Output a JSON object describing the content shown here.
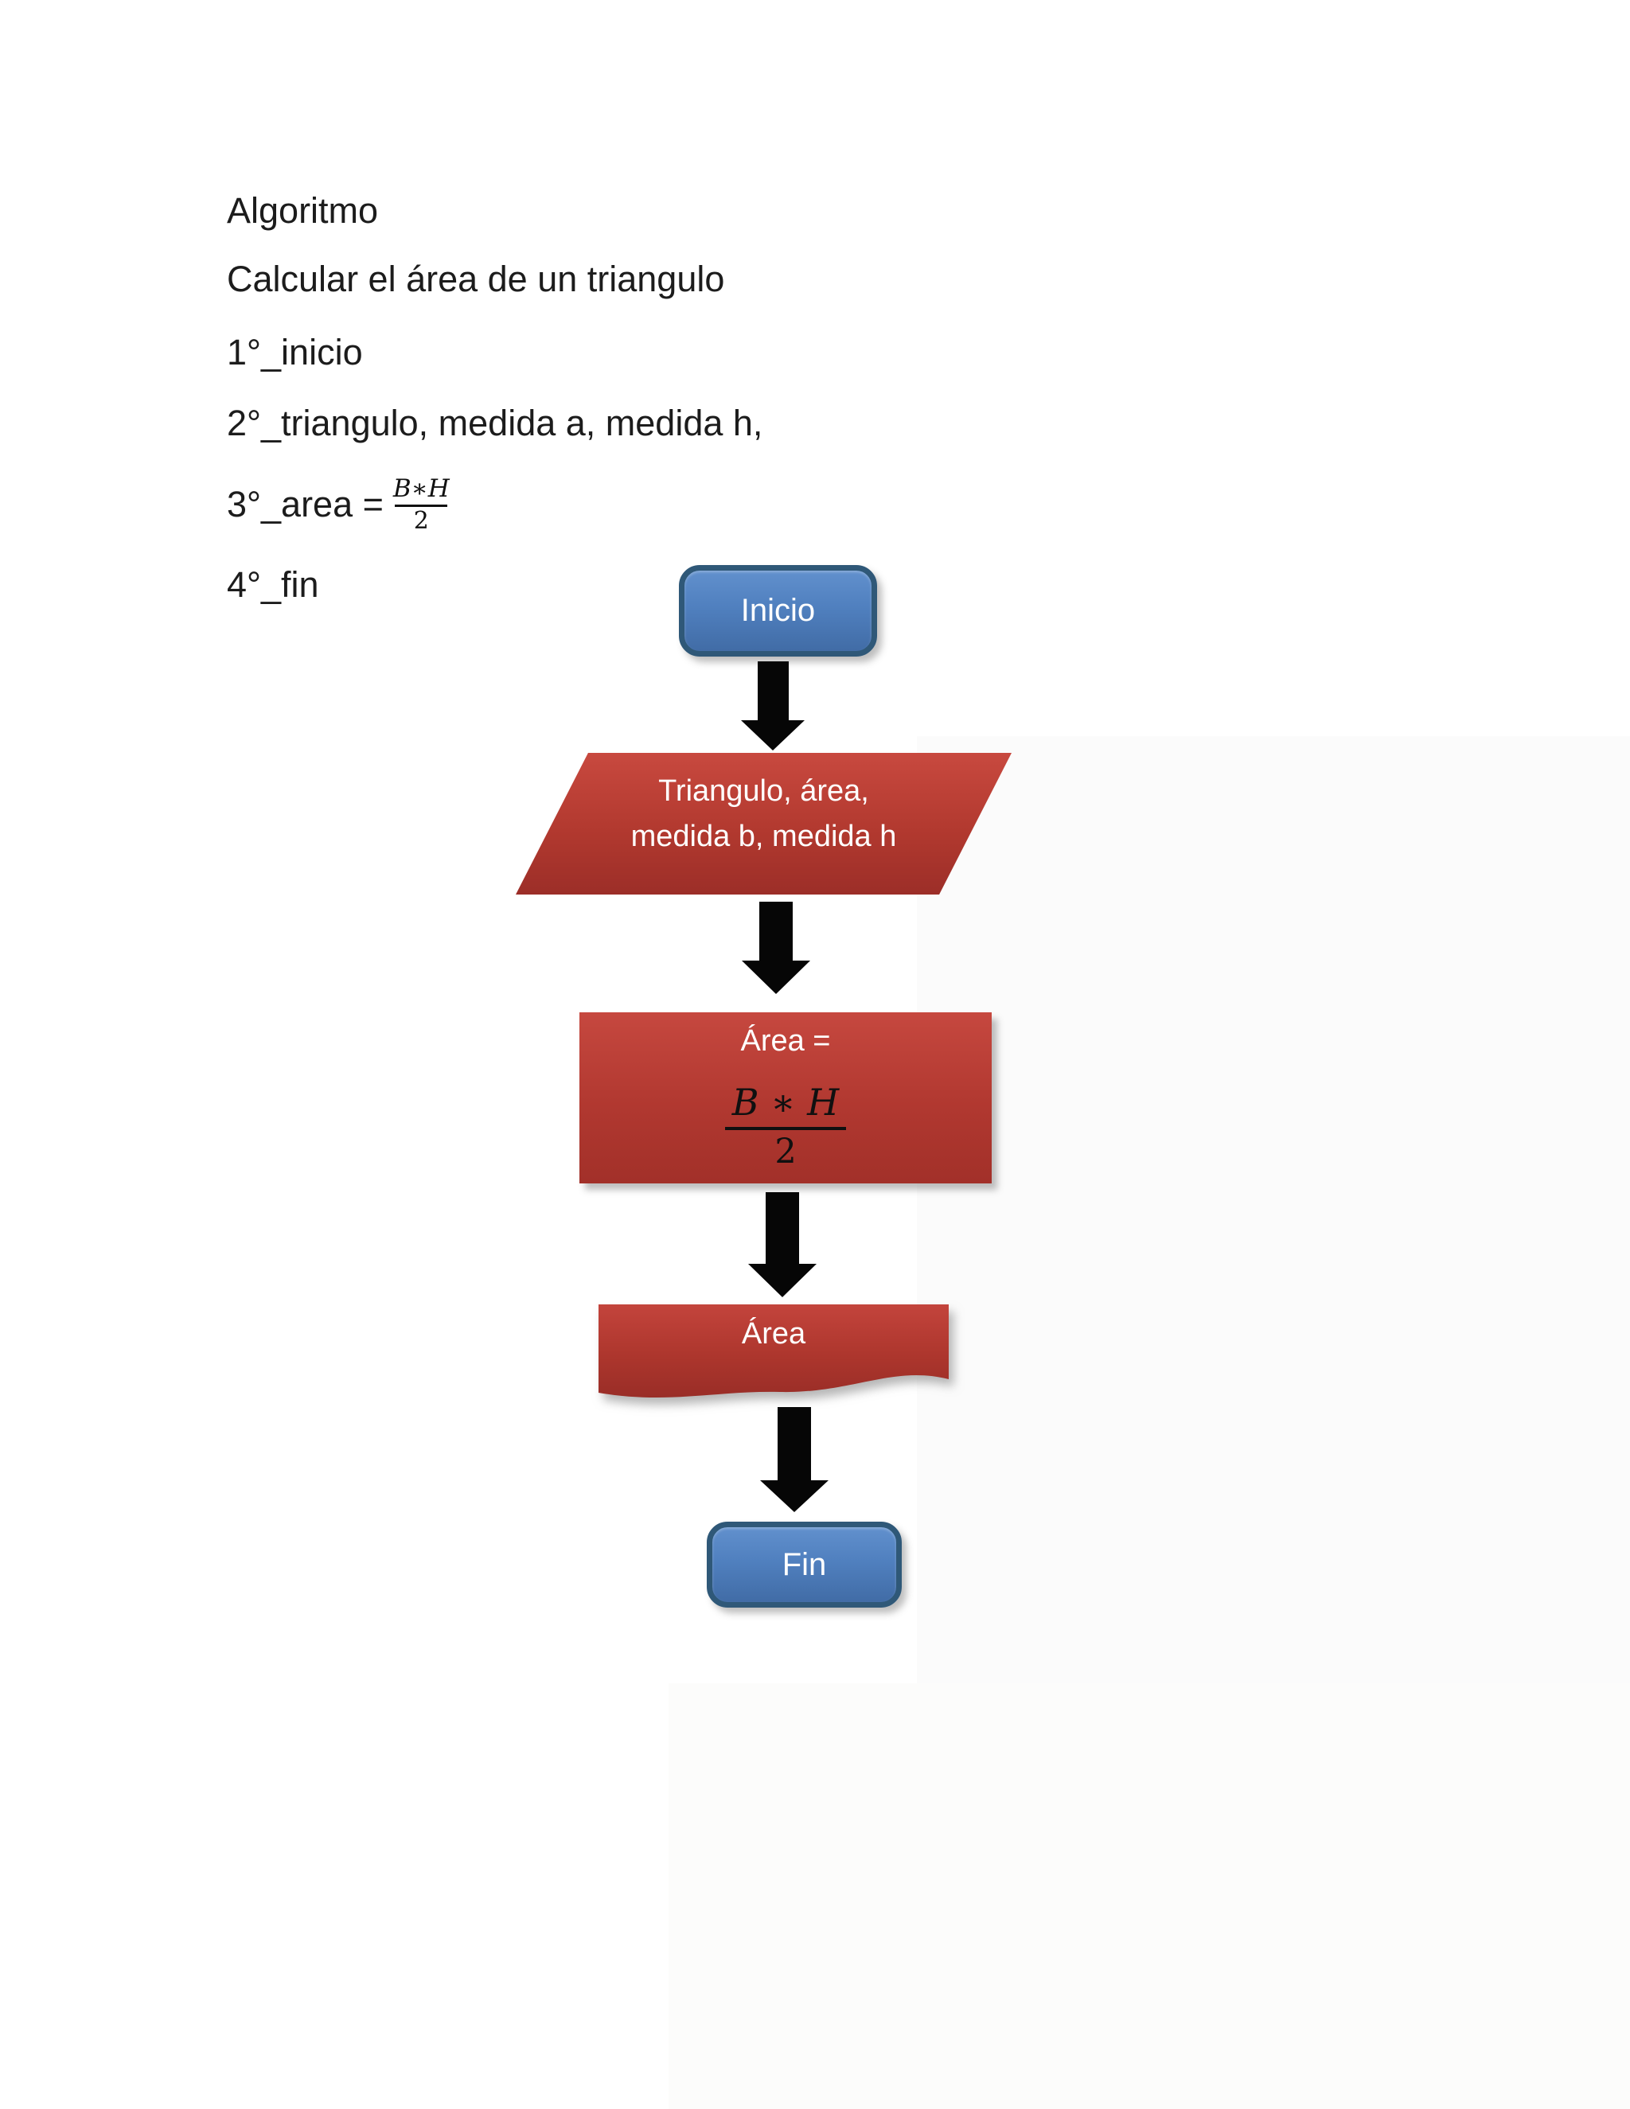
{
  "document": {
    "title": "Algoritmo",
    "subtitle": "Calcular el área de un triangulo",
    "step1": "1°_inicio",
    "step2": "2°_triangulo, medida a, medida h,",
    "step3_prefix": "3°_area =",
    "step3_frac_num": "B∗H",
    "step3_frac_den": "2",
    "step4": "4°_fin"
  },
  "flowchart": {
    "start": {
      "type": "terminator",
      "label": "Inicio"
    },
    "input": {
      "type": "data-parallelogram",
      "line1": "Triangulo, área,",
      "line2": "medida b, medida h"
    },
    "process": {
      "type": "process",
      "label": "Área =",
      "frac_num": "B ∗ H",
      "frac_den": "2"
    },
    "output": {
      "type": "document",
      "label": "Área"
    },
    "end": {
      "type": "terminator",
      "label": "Fin"
    },
    "connectors": [
      "start-to-input",
      "input-to-process",
      "process-to-output",
      "output-to-end"
    ],
    "colors": {
      "terminator_fill_top": "#6190cd",
      "terminator_fill_bottom": "#416ca6",
      "terminator_border": "#2f5878",
      "red_fill_top": "#c6483f",
      "red_fill_bottom": "#9c2e28",
      "arrow": "#060606",
      "shape_text": "#ffffff",
      "formula_text": "#101010",
      "body_text": "#1c1c1c",
      "page_background": "#ffffff"
    }
  }
}
